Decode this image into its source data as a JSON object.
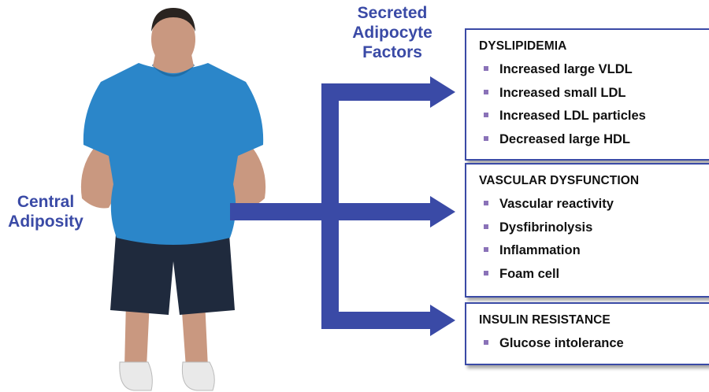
{
  "labels": {
    "central_adiposity": "Central Adiposity",
    "secreted_factors": "Secreted Adipocyte Factors"
  },
  "boxes": [
    {
      "title": "DYSLIPIDEMIA",
      "items": [
        "Increased large VLDL",
        "Increased small LDL",
        "Increased LDL particles",
        "Decreased large HDL"
      ]
    },
    {
      "title": "VASCULAR DYSFUNCTION",
      "items": [
        "Vascular reactivity",
        "Dysfibrinolysis",
        "Inflammation",
        "Foam cell"
      ]
    },
    {
      "title": "INSULIN RESISTANCE",
      "items": [
        "Glucose intolerance"
      ]
    }
  ],
  "colors": {
    "accent": "#3a4aa6",
    "bullet": "#8a72b8",
    "shirt": "#2b86c9",
    "shorts": "#1f2a3d",
    "skin": "#c99880"
  }
}
